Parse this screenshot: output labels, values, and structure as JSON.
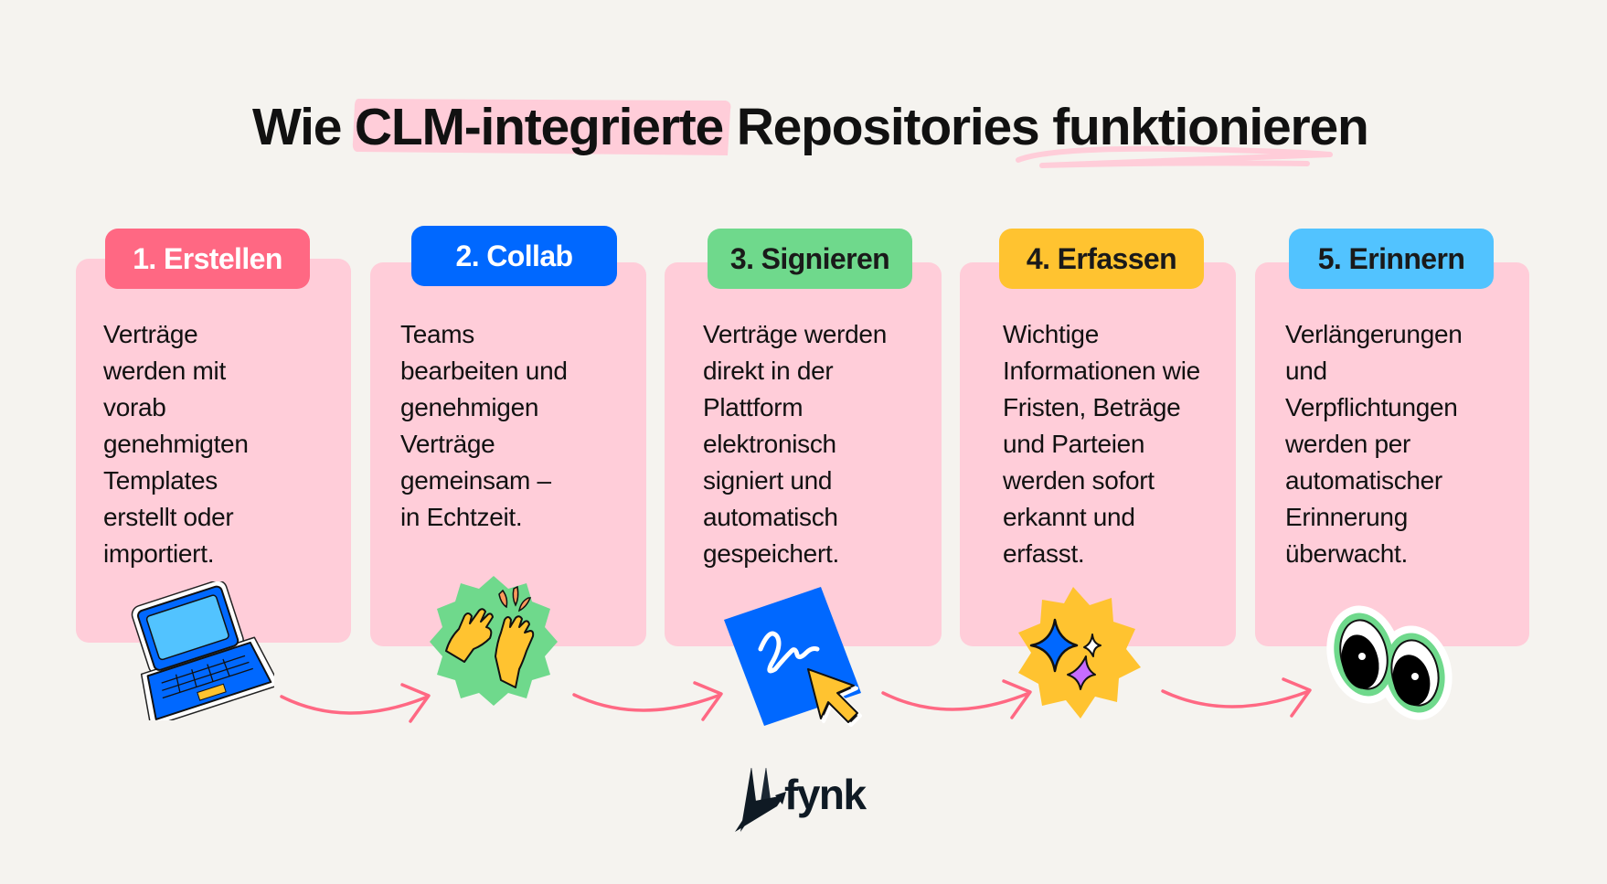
{
  "title": {
    "prefix": "Wie ",
    "highlight": "CLM-integrierte",
    "middle": " Repositories ",
    "underlined": "funktionieren",
    "highlight_color": "#ffcdd9"
  },
  "steps": [
    {
      "label": "1. Erstellen",
      "label_color": "#ff6883",
      "label_text_color": "#ffffff",
      "text": "Verträge\nwerden mit\nvorab\ngenehmigten\nTemplates\nerstellt oder\nimportiert.",
      "icon": "laptop-icon"
    },
    {
      "label": "2. Collab",
      "label_color": "#0068ff",
      "label_text_color": "#ffffff",
      "text": "Teams\nbearbeiten und\ngenehmigen\nVerträge\ngemeinsam –\nin Echtzeit.",
      "icon": "high-five-icon"
    },
    {
      "label": "3. Signieren",
      "label_color": "#6fd98c",
      "label_text_color": "#1a1a1a",
      "text": "Verträge werden\ndirekt in der\nPlattform\nelektronisch\nsigniert und\nautomatisch\ngespeichert.",
      "icon": "signature-icon"
    },
    {
      "label": "4. Erfassen",
      "label_color": "#ffc330",
      "label_text_color": "#1a1a1a",
      "text": "Wichtige\nInformationen wie\nFristen, Beträge\nund Parteien\nwerden sofort\nerkannt und\nerfasst.",
      "icon": "sparkles-icon"
    },
    {
      "label": "5. Erinnern",
      "label_color": "#52c3ff",
      "label_text_color": "#1a1a1a",
      "text": "Verlängerungen\nund\nVerpflichtungen\nwerden per\nautomatischer\nErinnerung\nüberwacht.",
      "icon": "eyes-icon"
    }
  ],
  "arrow_color": "#ff6883",
  "card_color": "#ffcdd9",
  "logo": {
    "text": "fynk"
  }
}
